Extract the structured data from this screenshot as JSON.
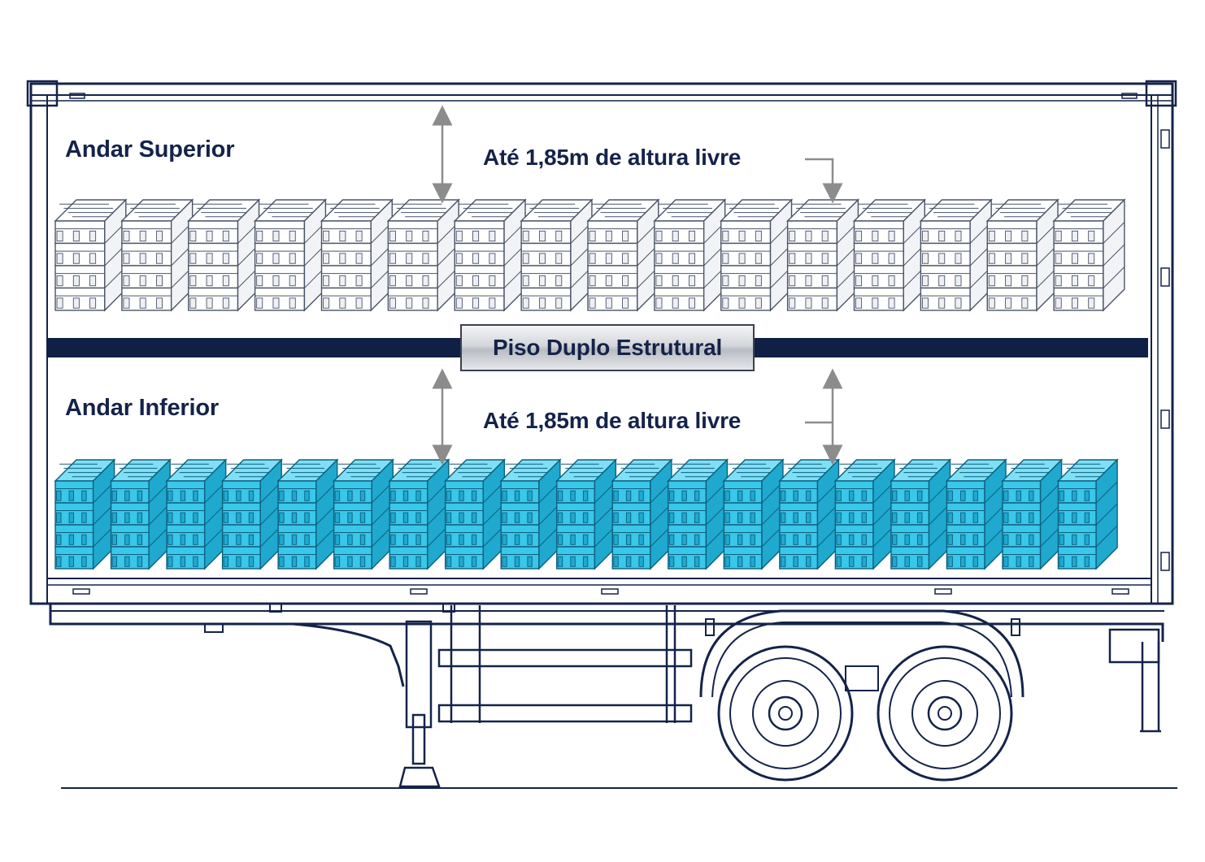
{
  "labels": {
    "upper_deck": "Andar Superior",
    "lower_deck": "Andar Inferior",
    "upper_clearance": "Até 1,85m de altura livre",
    "lower_clearance": "Até 1,85m de altura livre",
    "floor": "Piso Duplo Estrutural"
  },
  "decks": {
    "upper": {
      "pallet_stacks": 16,
      "style": "outline"
    },
    "lower": {
      "pallet_stacks": 19,
      "style": "filled"
    }
  },
  "colors": {
    "line": "#14234a",
    "floor_band": "#0f1f45",
    "pallet_outline_stroke": "#4a5468",
    "pallet_fill": "#39c7ea",
    "pallet_fill_top": "#7fe0f5",
    "pallet_fill_side": "#1fa9cf",
    "pallet_fill_stroke": "#0e5f7d",
    "arrow": "#8c8c8c"
  },
  "icons": {
    "arrow": "double-headed-arrow-icon",
    "wheel": "wheel-icon",
    "pallet": "pallet-stack-icon"
  }
}
